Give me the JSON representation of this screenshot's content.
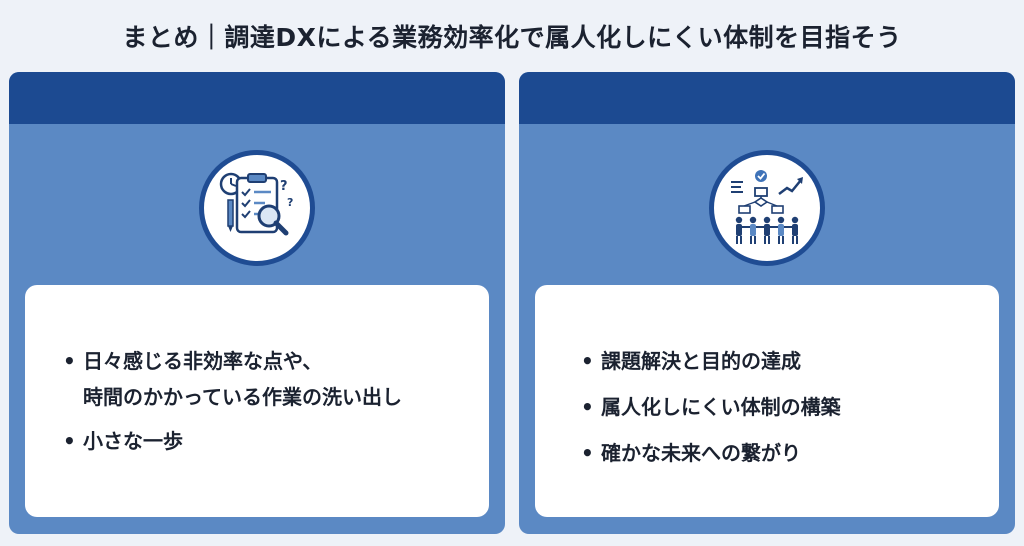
{
  "title": "まとめ｜調達DXによる業務効率化で属人化しにくい体制を目指そう",
  "left_panel": {
    "icon": "clipboard-checklist-magnifier-icon",
    "bullets": [
      {
        "lines": [
          "日々感じる非効率な点や、",
          "時間のかかっている作業の洗い出し"
        ]
      },
      {
        "lines": [
          "小さな一歩"
        ]
      }
    ]
  },
  "right_panel": {
    "icon": "team-flowchart-growth-icon",
    "bullets": [
      {
        "lines": [
          "課題解決と目的の達成"
        ]
      },
      {
        "lines": [
          "属人化しにくい体制の構築"
        ]
      },
      {
        "lines": [
          "確かな未来への繋がり"
        ]
      }
    ]
  },
  "colors": {
    "header": "#1c4a91",
    "panel": "#5b89c4",
    "background": "#eef2f8"
  }
}
